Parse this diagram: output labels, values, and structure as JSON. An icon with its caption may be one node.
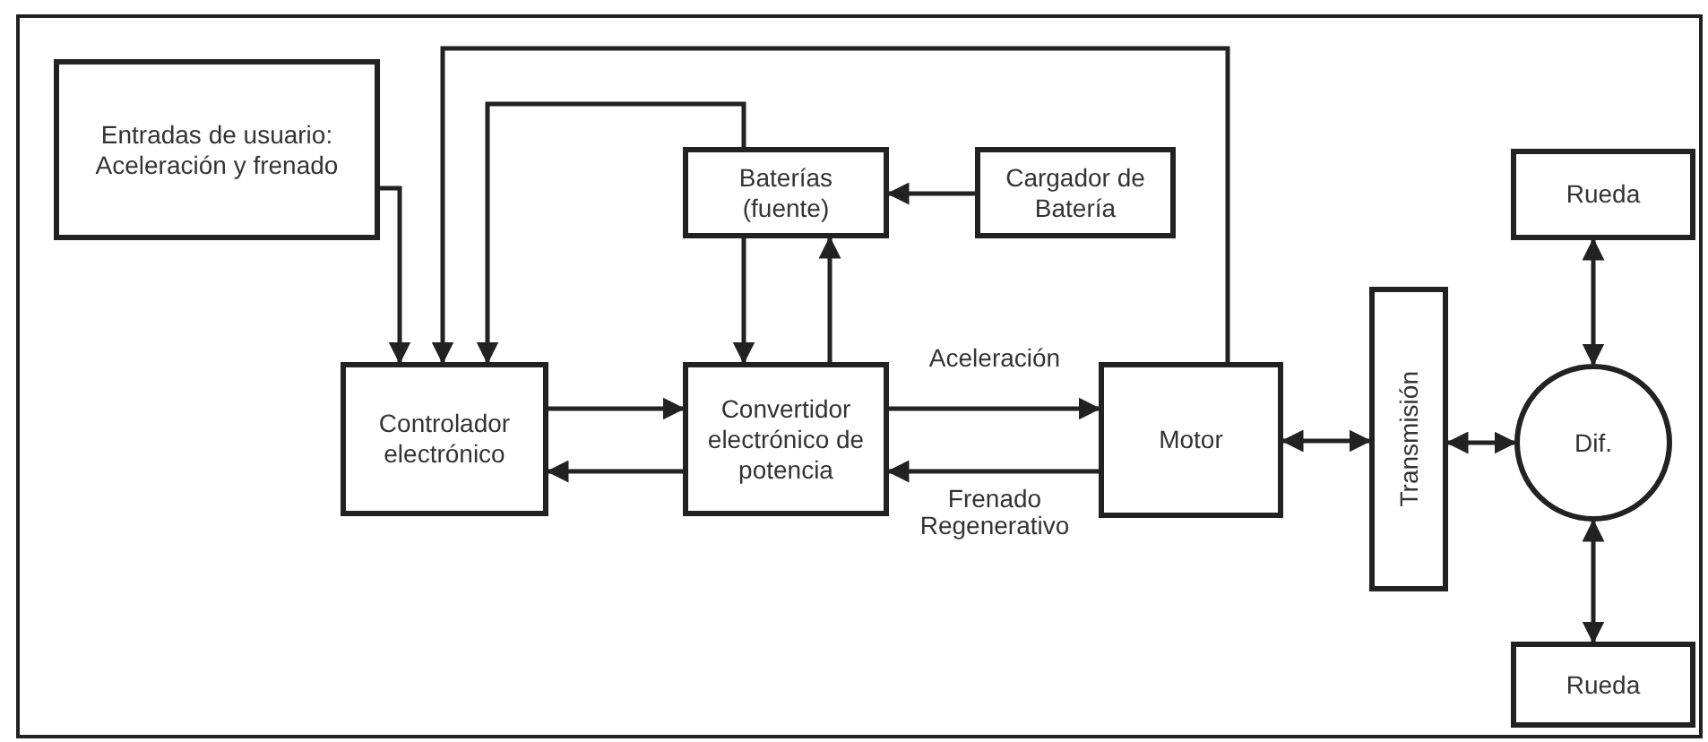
{
  "diagram": {
    "nodes": [
      {
        "text": [
          "Entradas de usuario: Aceleración y frenado"
        ]
      },
      {
        "text": [
          "Baterías (fuente)"
        ]
      },
      {
        "text": [
          "Cargador de Batería"
        ]
      },
      {
        "text": [
          "Controlador electrónico"
        ]
      },
      {
        "text": [
          "Convertidor electrónico de potencia"
        ]
      },
      {
        "text": [
          "Motor"
        ]
      },
      {
        "text": [
          "Transmisión"
        ]
      },
      {
        "text": [
          "Rueda"
        ]
      },
      {
        "text": [
          "Dif."
        ]
      },
      {
        "text": [
          "Rueda"
        ]
      }
    ],
    "edges": [
      {
        "from": 0,
        "to": 3,
        "arrow": "to"
      },
      {
        "from": 5,
        "to": 3,
        "arrow": "to"
      },
      {
        "from": 1,
        "to": 3,
        "arrow": "to"
      },
      {
        "from": 2,
        "to": 1,
        "arrow": "to"
      },
      {
        "from": 1,
        "to": 4,
        "arrow": "to"
      },
      {
        "from": 4,
        "to": 1,
        "arrow": "to"
      },
      {
        "from": 3,
        "to": 4,
        "arrow": "to"
      },
      {
        "from": 4,
        "to": 3,
        "arrow": "to"
      },
      {
        "from": 4,
        "to": 5,
        "arrow": "to",
        "label": "Aceleración"
      },
      {
        "from": 5,
        "to": 4,
        "arrow": "to",
        "label": "Frenado Regenerativo"
      },
      {
        "from": 5,
        "to": 6,
        "arrow": "both"
      },
      {
        "from": 6,
        "to": 8,
        "arrow": "both"
      },
      {
        "from": 8,
        "to": 7,
        "arrow": "both"
      },
      {
        "from": 8,
        "to": 9,
        "arrow": "both"
      }
    ]
  }
}
